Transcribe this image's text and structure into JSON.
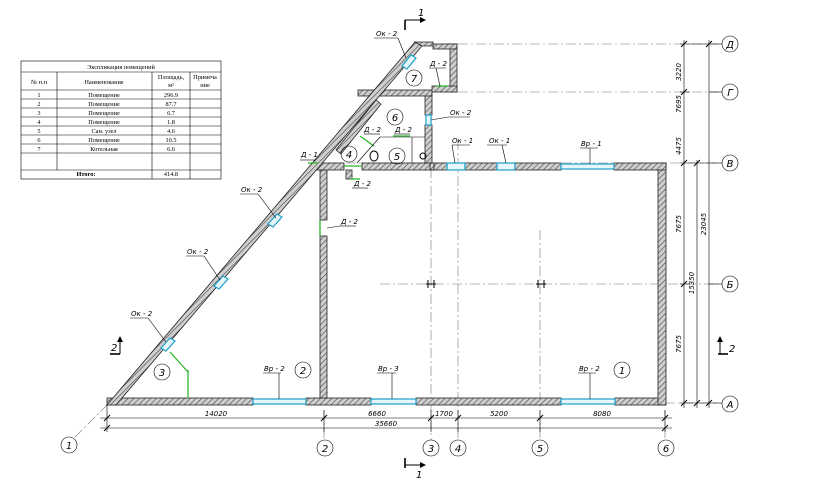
{
  "table": {
    "title": "Экспликация помещений",
    "headers": [
      "№ п.п",
      "Наименование",
      "Площадь, м²",
      "Примечание"
    ],
    "header_lines": {
      "area": [
        "Площадь,",
        "м²"
      ],
      "note": [
        "Примеча",
        "ние"
      ]
    },
    "rows": [
      {
        "n": "1",
        "name": "Помещение",
        "area": "296.9"
      },
      {
        "n": "2",
        "name": "Помещение",
        "area": "87.7"
      },
      {
        "n": "3",
        "name": "Помещение",
        "area": "6.7"
      },
      {
        "n": "4",
        "name": "Помещение",
        "area": "1.8"
      },
      {
        "n": "5",
        "name": "Сан. узел",
        "area": "4.6"
      },
      {
        "n": "6",
        "name": "Помещение",
        "area": "10.5"
      },
      {
        "n": "7",
        "name": "Котельная",
        "area": "6.6"
      }
    ],
    "total_label": "Итого:",
    "total_area": "414.8"
  },
  "axes": {
    "letters": [
      "Д",
      "Г",
      "В",
      "Б",
      "А"
    ],
    "numbers": [
      "1",
      "2",
      "3",
      "4",
      "5",
      "6"
    ]
  },
  "dimensions": {
    "bottom": [
      "14020",
      "6660",
      "1700",
      "5200",
      "8080"
    ],
    "bottom_total": "35660",
    "right_inner": [
      "3220",
      "7695",
      "4475",
      "7675",
      "7675"
    ],
    "right_mid": "15350",
    "right_total": "23045"
  },
  "section": {
    "label": "1",
    "side_label": "2"
  },
  "rooms": [
    "1",
    "2",
    "3",
    "4",
    "5",
    "6",
    "7"
  ],
  "openings": {
    "ok1": "Ок - 1",
    "ok2": "Ок - 2",
    "vr1": "Вр - 1",
    "vr2": "Вр - 2",
    "vr3": "Вр - 3",
    "d1": "Д - 1",
    "d2": "Д - 2"
  },
  "colors": {
    "window": "#1aa0c8",
    "door": "#2bb82b",
    "axis_line": "#777777"
  }
}
